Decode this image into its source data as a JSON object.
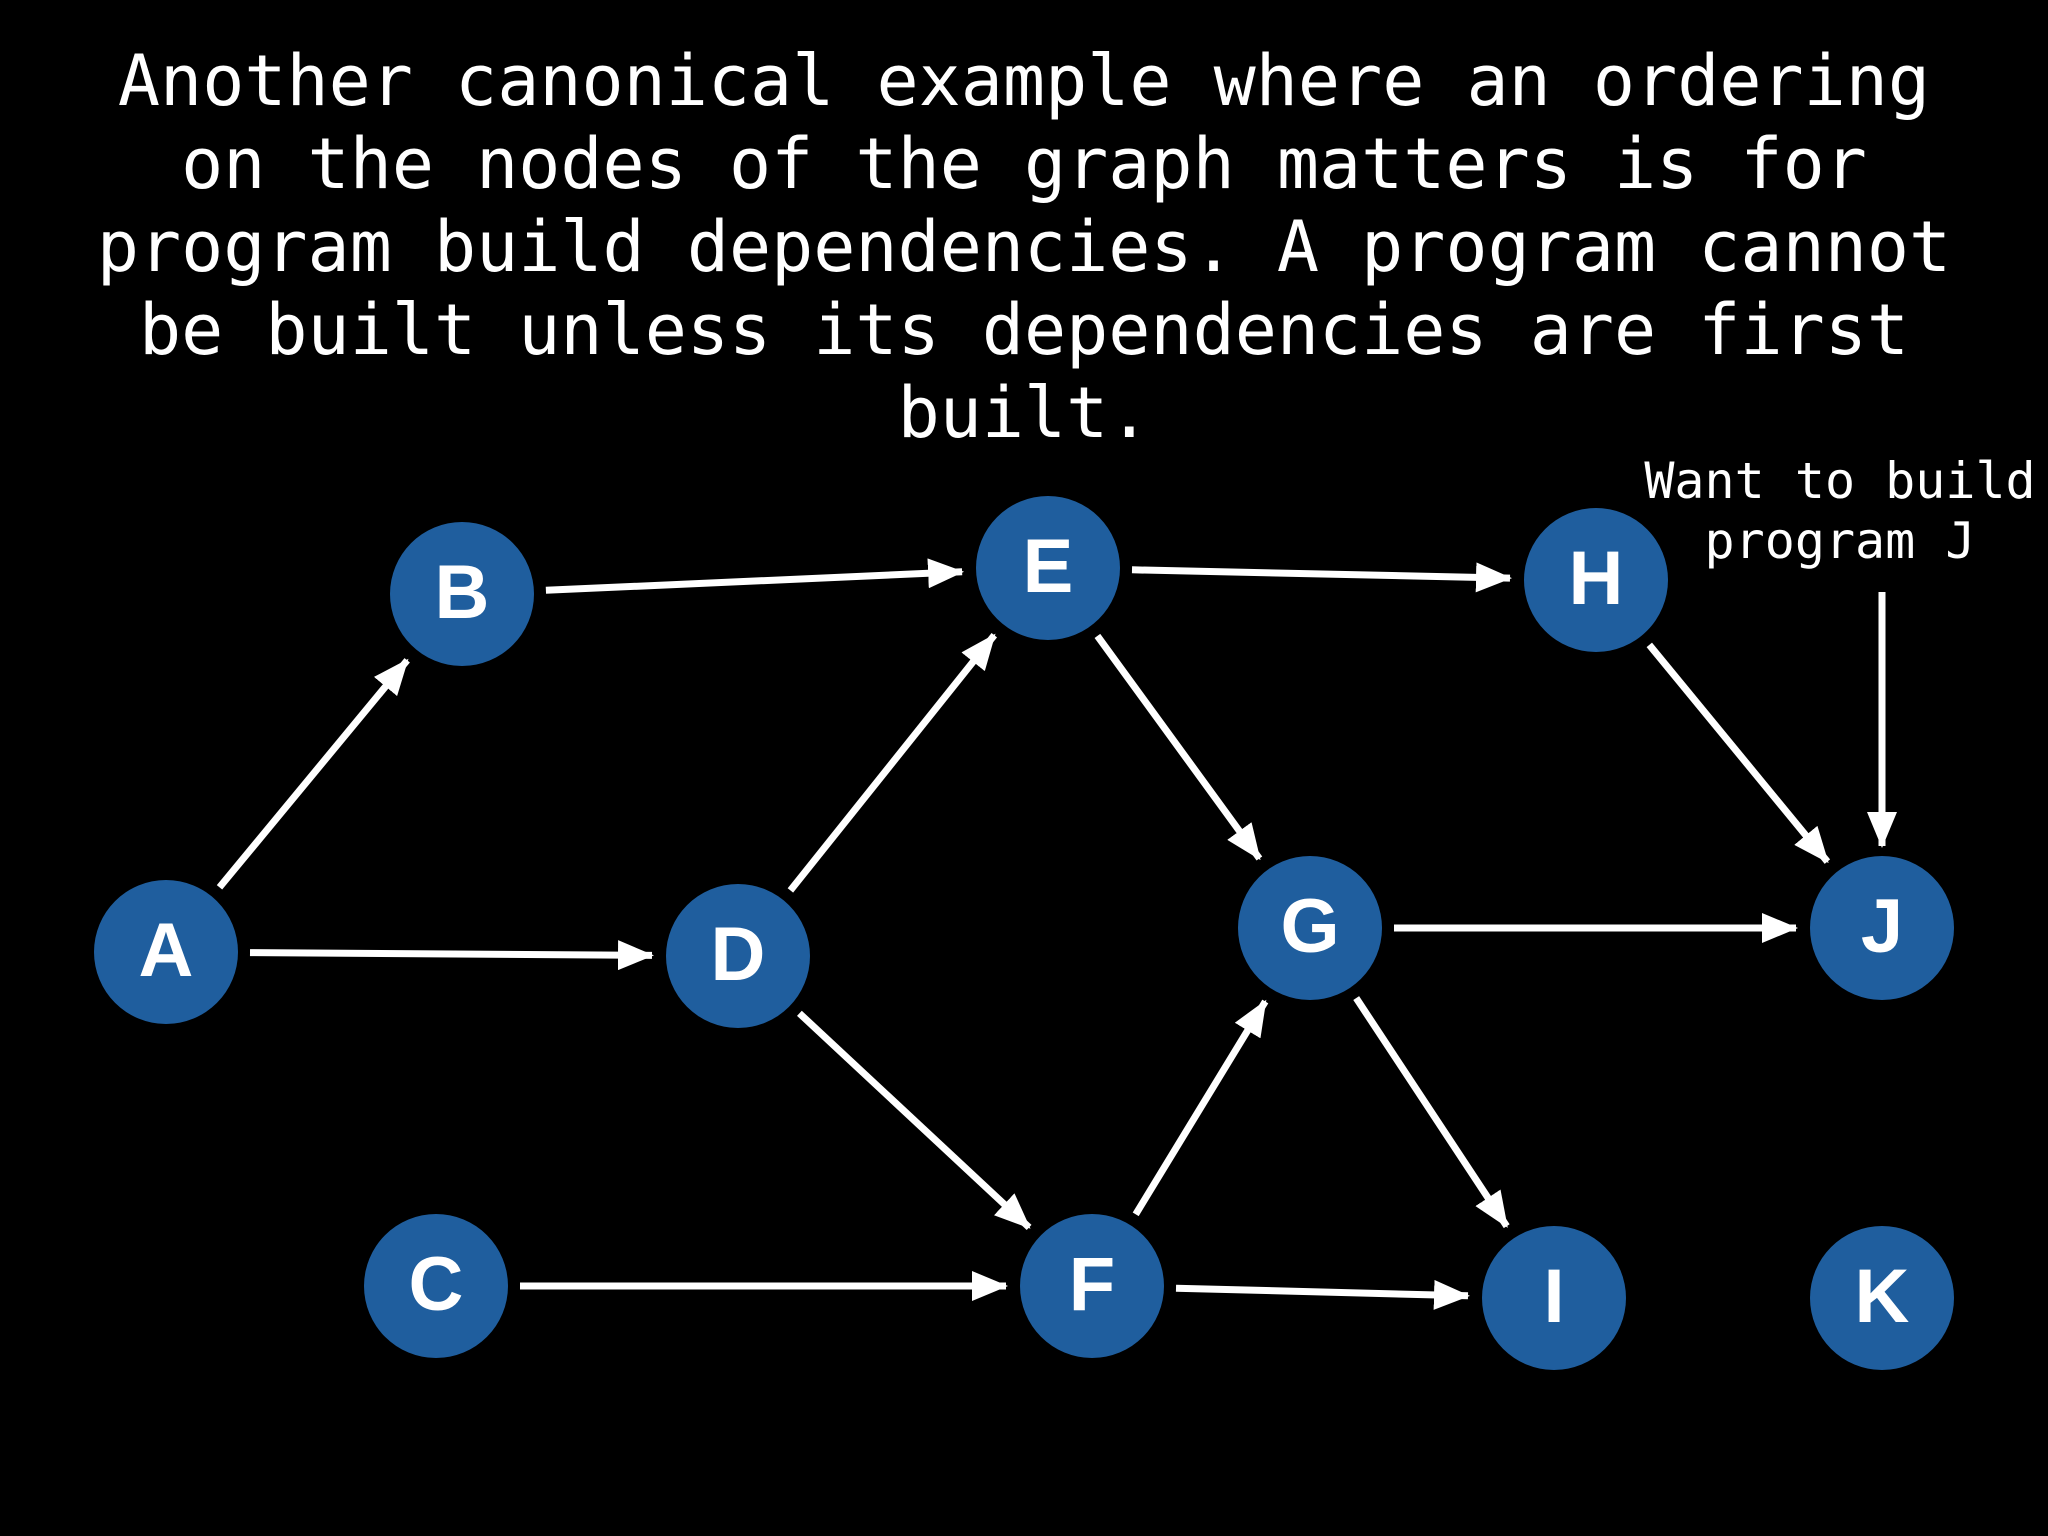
{
  "slide": {
    "title": "Another canonical example where an ordering\non the nodes of the graph matters is for\nprogram build dependencies. A program cannot\nbe built unless its dependencies are first\nbuilt."
  },
  "graph": {
    "nodes": [
      {
        "id": "A",
        "label": "A"
      },
      {
        "id": "B",
        "label": "B"
      },
      {
        "id": "C",
        "label": "C"
      },
      {
        "id": "D",
        "label": "D"
      },
      {
        "id": "E",
        "label": "E"
      },
      {
        "id": "F",
        "label": "F"
      },
      {
        "id": "G",
        "label": "G"
      },
      {
        "id": "H",
        "label": "H"
      },
      {
        "id": "I",
        "label": "I"
      },
      {
        "id": "J",
        "label": "J"
      },
      {
        "id": "K",
        "label": "K"
      }
    ],
    "edges": [
      {
        "from": "A",
        "to": "B"
      },
      {
        "from": "A",
        "to": "D"
      },
      {
        "from": "B",
        "to": "E"
      },
      {
        "from": "D",
        "to": "E"
      },
      {
        "from": "D",
        "to": "F"
      },
      {
        "from": "C",
        "to": "F"
      },
      {
        "from": "E",
        "to": "H"
      },
      {
        "from": "E",
        "to": "G"
      },
      {
        "from": "F",
        "to": "G"
      },
      {
        "from": "F",
        "to": "I"
      },
      {
        "from": "G",
        "to": "J"
      },
      {
        "from": "G",
        "to": "I"
      },
      {
        "from": "H",
        "to": "J"
      }
    ],
    "annotation": {
      "lines": [
        "Want to build",
        "program J"
      ],
      "target": "J"
    }
  },
  "colors": {
    "background": "#000000",
    "node_fill": "#1f5e9e",
    "text": "#ffffff",
    "edge": "#ffffff"
  }
}
